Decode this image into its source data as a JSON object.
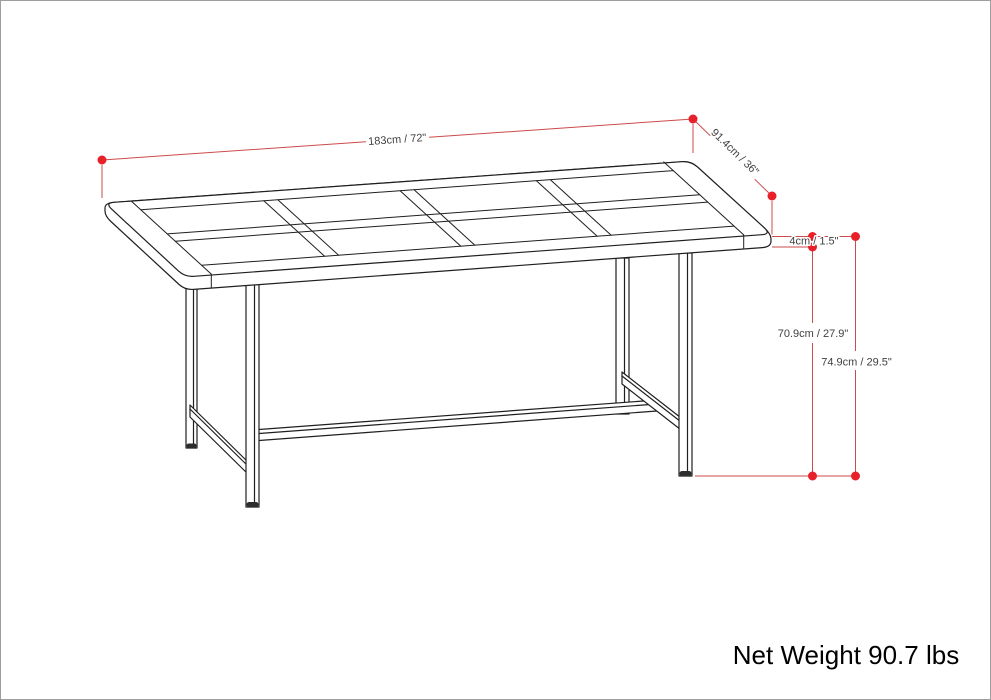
{
  "diagram": {
    "kind": "furniture-dimension-drawing",
    "dimensions": {
      "length": "183cm / 72\"",
      "depth": "91.4cm / 36\"",
      "thickness": "4cm / 1.5\"",
      "clearance": "70.9cm / 27.9\"",
      "height": "74.9cm / 29.5\""
    },
    "weight": {
      "label": "Net Weight 90.7 lbs"
    },
    "colors": {
      "drawing_line": "#1f1f1f",
      "dimension_line": "#cc4b4b",
      "dimension_dot": "#e8202a",
      "dimension_text": "#3f3f3f",
      "weight_text": "#000000",
      "foot_cap": "#2d2d2d"
    }
  }
}
